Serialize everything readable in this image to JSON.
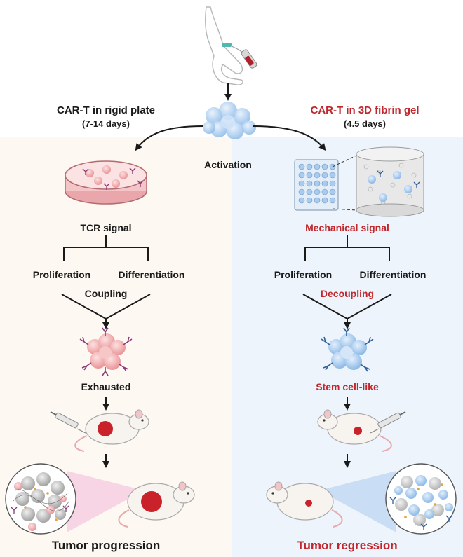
{
  "header": {
    "left_title": "CAR-T  in rigid plate",
    "left_duration": "(7-14 days)",
    "right_title": "CAR-T  in 3D fibrin gel",
    "right_duration": "(4.5 days)",
    "center_label": "Activation"
  },
  "left_flow": {
    "signal": "TCR signal",
    "branch_a": "Proliferation",
    "branch_b": "Differentiation",
    "relation": "Coupling",
    "state": "Exhausted",
    "outcome": "Tumor progression"
  },
  "right_flow": {
    "signal": "Mechanical signal",
    "branch_a": "Proliferation",
    "branch_b": "Differentiation",
    "relation": "Decoupling",
    "state": "Stem cell-like",
    "outcome": "Tumor regression"
  },
  "colors": {
    "accent_red": "#c0272d",
    "text_dark": "#1a1a1a",
    "left_bg": "#fdf8f1",
    "right_bg": "#eef4fb",
    "pink_cell": "#f2a9a9",
    "blue_cell": "#a9cbef",
    "tumor_red": "#c9222b"
  }
}
